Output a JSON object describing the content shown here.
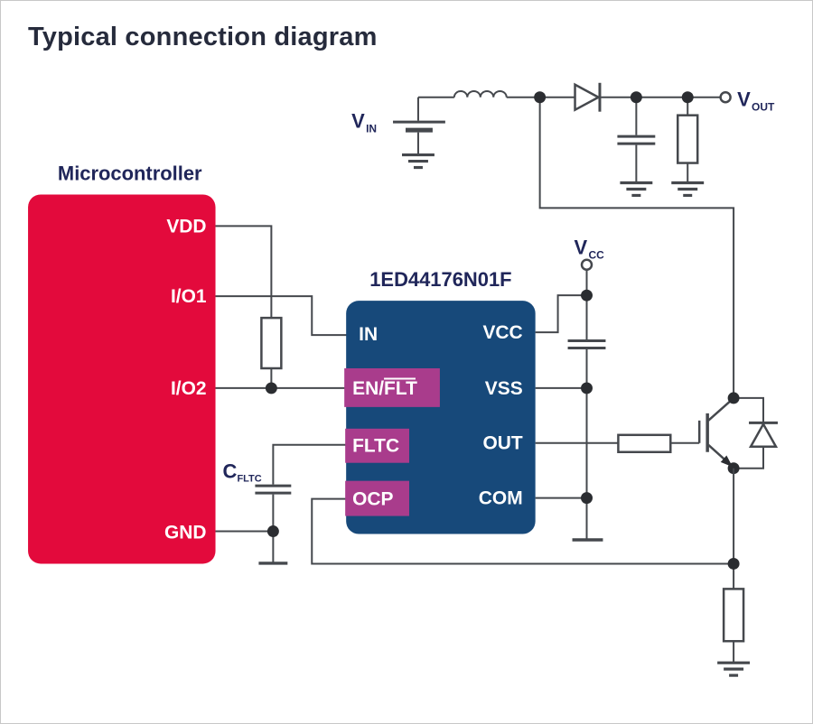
{
  "title": "Typical connection diagram",
  "microcontroller": {
    "label": "Microcontroller",
    "pins": {
      "vdd": "VDD",
      "io1": "I/O1",
      "io2": "I/O2",
      "gnd": "GND"
    }
  },
  "gate_driver": {
    "part_number": "1ED44176N01F",
    "left_pins": {
      "in": "IN",
      "enflt_prefix": "EN/",
      "enflt_overline": "FLT",
      "fltc": "FLTC",
      "ocp": "OCP"
    },
    "right_pins": {
      "vcc": "VCC",
      "vss": "VSS",
      "out": "OUT",
      "com": "COM"
    }
  },
  "labels": {
    "vin": {
      "main": "V",
      "sub": "IN"
    },
    "vout": {
      "main": "V",
      "sub": "OUT"
    },
    "vcc": {
      "main": "V",
      "sub": "CC"
    },
    "cfltc": {
      "main": "C",
      "sub": "FLTC"
    }
  },
  "colors": {
    "mcu_red": "#E30A3C",
    "ic_blue": "#17497A",
    "pin_magenta": "#A93C8C",
    "wire": "#45484D",
    "dot": "#2B2D31",
    "heading": "#262B3C",
    "label_navy": "#20265A",
    "border": "#C8C8C8",
    "background": "#FFFFFF"
  }
}
